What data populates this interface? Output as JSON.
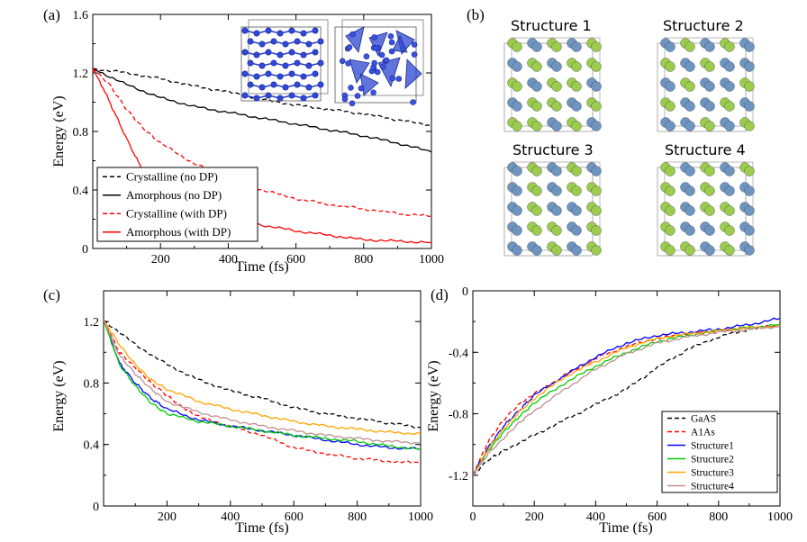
{
  "panels": {
    "a": {
      "label": "(a)"
    },
    "b": {
      "label": "(b)",
      "structures": [
        "Structure 1",
        "Structure 2",
        "Structure 3",
        "Structure 4"
      ]
    },
    "c": {
      "label": "(c)"
    },
    "d": {
      "label": "(d)"
    }
  },
  "chart_data": [
    {
      "id": "a",
      "type": "line",
      "xlabel": "Time (fs)",
      "ylabel": "Energy (eV)",
      "xlim": [
        0,
        1000
      ],
      "ylim": [
        0,
        1.6
      ],
      "xticks": [
        200,
        400,
        600,
        800,
        1000
      ],
      "yticks": [
        0,
        0.4,
        0.8,
        1.2,
        1.6
      ],
      "ytick_labels": [
        "0",
        "0.4",
        "0.8",
        "1.2",
        "1.6"
      ],
      "legend_position": "bottom-left",
      "inset": "two crystal structure renderings (crystalline and amorphous)",
      "series": [
        {
          "name": "Crystalline (no DP)",
          "color": "#000000",
          "dash": "dashed",
          "x": [
            0,
            100,
            200,
            300,
            400,
            500,
            600,
            700,
            800,
            900,
            1000
          ],
          "y": [
            1.23,
            1.2,
            1.16,
            1.11,
            1.07,
            1.02,
            0.98,
            0.95,
            0.92,
            0.88,
            0.84
          ]
        },
        {
          "name": "Amorphous (no DP)",
          "color": "#000000",
          "dash": "solid",
          "x": [
            0,
            100,
            200,
            300,
            400,
            500,
            600,
            700,
            800,
            900,
            1000
          ],
          "y": [
            1.23,
            1.12,
            1.03,
            0.97,
            0.93,
            0.89,
            0.85,
            0.81,
            0.77,
            0.72,
            0.66
          ]
        },
        {
          "name": "Crystalline (with DP)",
          "color": "#ff0000",
          "dash": "dashed",
          "x": [
            0,
            50,
            100,
            150,
            200,
            300,
            400,
            500,
            600,
            700,
            800,
            900,
            1000
          ],
          "y": [
            1.23,
            1.12,
            0.95,
            0.82,
            0.72,
            0.58,
            0.48,
            0.4,
            0.34,
            0.3,
            0.27,
            0.24,
            0.22
          ]
        },
        {
          "name": "Amorphous (with DP)",
          "color": "#ff0000",
          "dash": "solid",
          "x": [
            0,
            30,
            60,
            100,
            150,
            200,
            300,
            400,
            500,
            600,
            700,
            800,
            900,
            1000
          ],
          "y": [
            1.23,
            1.1,
            0.95,
            0.75,
            0.52,
            0.4,
            0.26,
            0.2,
            0.16,
            0.12,
            0.09,
            0.06,
            0.05,
            0.04
          ]
        }
      ]
    },
    {
      "id": "c",
      "type": "line",
      "xlabel": "Time (fs)",
      "ylabel": "Energy (eV)",
      "xlim": [
        0,
        1000
      ],
      "ylim": [
        0,
        1.4
      ],
      "xticks": [
        200,
        400,
        600,
        800,
        1000
      ],
      "yticks": [
        0,
        0.4,
        0.8,
        1.2
      ],
      "ytick_labels": [
        "0",
        "0.4",
        "0.8",
        "1.2"
      ],
      "series": [
        {
          "color": "#000000",
          "dash": "dashed",
          "x": [
            0,
            100,
            200,
            300,
            400,
            500,
            600,
            700,
            800,
            900,
            1000
          ],
          "y": [
            1.21,
            1.05,
            0.92,
            0.82,
            0.75,
            0.7,
            0.64,
            0.6,
            0.57,
            0.54,
            0.51
          ]
        },
        {
          "color": "#ff0000",
          "dash": "dashed",
          "x": [
            0,
            50,
            100,
            150,
            200,
            250,
            300,
            400,
            500,
            600,
            700,
            800,
            900,
            1000
          ],
          "y": [
            1.21,
            1.0,
            0.9,
            0.8,
            0.72,
            0.64,
            0.58,
            0.52,
            0.46,
            0.38,
            0.34,
            0.31,
            0.29,
            0.28
          ]
        },
        {
          "color": "#0000ff",
          "dash": "solid",
          "x": [
            0,
            50,
            100,
            150,
            200,
            300,
            400,
            500,
            600,
            700,
            800,
            900,
            1000
          ],
          "y": [
            1.21,
            0.93,
            0.8,
            0.7,
            0.63,
            0.56,
            0.52,
            0.49,
            0.46,
            0.43,
            0.4,
            0.38,
            0.37
          ]
        },
        {
          "color": "#00cc00",
          "dash": "solid",
          "x": [
            0,
            50,
            100,
            150,
            200,
            300,
            400,
            500,
            600,
            700,
            800,
            900,
            1000
          ],
          "y": [
            1.21,
            0.92,
            0.78,
            0.67,
            0.6,
            0.55,
            0.52,
            0.49,
            0.46,
            0.44,
            0.42,
            0.39,
            0.37
          ]
        },
        {
          "color": "#ffa500",
          "dash": "solid",
          "x": [
            0,
            50,
            100,
            150,
            200,
            300,
            400,
            500,
            600,
            700,
            800,
            900,
            1000
          ],
          "y": [
            1.21,
            1.05,
            0.92,
            0.82,
            0.76,
            0.68,
            0.63,
            0.59,
            0.55,
            0.52,
            0.5,
            0.48,
            0.47
          ]
        },
        {
          "color": "#c09090",
          "dash": "solid",
          "x": [
            0,
            50,
            100,
            150,
            200,
            300,
            400,
            500,
            600,
            700,
            800,
            900,
            1000
          ],
          "y": [
            1.21,
            0.98,
            0.86,
            0.76,
            0.68,
            0.61,
            0.56,
            0.52,
            0.49,
            0.46,
            0.44,
            0.42,
            0.41
          ]
        }
      ]
    },
    {
      "id": "d",
      "type": "line",
      "xlabel": "Time (fs)",
      "ylabel": "Energy (eV)",
      "xlim": [
        0,
        1000
      ],
      "ylim": [
        -1.4,
        0
      ],
      "xticks": [
        0,
        200,
        400,
        600,
        800,
        1000
      ],
      "yticks": [
        -1.2,
        -0.8,
        -0.4,
        0
      ],
      "ytick_labels": [
        "-1.2",
        "-0.8",
        "-0.4",
        "0"
      ],
      "legend_position": "bottom-right",
      "series": [
        {
          "name": "GaAS",
          "color": "#000000",
          "dash": "dashed",
          "x": [
            0,
            50,
            100,
            200,
            300,
            400,
            500,
            600,
            700,
            800,
            900,
            1000
          ],
          "y": [
            -1.2,
            -1.1,
            -1.04,
            -0.94,
            -0.84,
            -0.74,
            -0.64,
            -0.5,
            -0.38,
            -0.3,
            -0.25,
            -0.23
          ]
        },
        {
          "name": "A1As",
          "color": "#ff0000",
          "dash": "dashed",
          "x": [
            0,
            50,
            100,
            150,
            200,
            300,
            400,
            500,
            600,
            700,
            800,
            900,
            1000
          ],
          "y": [
            -1.2,
            -0.98,
            -0.84,
            -0.74,
            -0.67,
            -0.55,
            -0.44,
            -0.36,
            -0.31,
            -0.28,
            -0.26,
            -0.24,
            -0.23
          ]
        },
        {
          "name": "Structure1",
          "color": "#0000ff",
          "dash": "solid",
          "x": [
            0,
            50,
            100,
            150,
            200,
            300,
            400,
            500,
            600,
            700,
            800,
            900,
            1000
          ],
          "y": [
            -1.2,
            -1.02,
            -0.88,
            -0.78,
            -0.68,
            -0.55,
            -0.43,
            -0.34,
            -0.29,
            -0.27,
            -0.25,
            -0.22,
            -0.18
          ]
        },
        {
          "name": "Structure2",
          "color": "#00cc00",
          "dash": "solid",
          "x": [
            0,
            50,
            100,
            150,
            200,
            300,
            400,
            500,
            600,
            700,
            800,
            900,
            1000
          ],
          "y": [
            -1.2,
            -1.04,
            -0.92,
            -0.82,
            -0.73,
            -0.6,
            -0.49,
            -0.4,
            -0.33,
            -0.29,
            -0.26,
            -0.24,
            -0.22
          ]
        },
        {
          "name": "Structure3",
          "color": "#ffa500",
          "dash": "solid",
          "x": [
            0,
            50,
            100,
            150,
            200,
            300,
            400,
            500,
            600,
            700,
            800,
            900,
            1000
          ],
          "y": [
            -1.2,
            -1.03,
            -0.9,
            -0.79,
            -0.7,
            -0.56,
            -0.46,
            -0.37,
            -0.31,
            -0.28,
            -0.26,
            -0.24,
            -0.23
          ]
        },
        {
          "name": "Structure4",
          "color": "#c09090",
          "dash": "solid",
          "x": [
            0,
            50,
            100,
            150,
            200,
            300,
            400,
            500,
            600,
            700,
            800,
            900,
            1000
          ],
          "y": [
            -1.2,
            -1.06,
            -0.96,
            -0.86,
            -0.78,
            -0.64,
            -0.51,
            -0.41,
            -0.34,
            -0.3,
            -0.27,
            -0.25,
            -0.23
          ]
        }
      ]
    }
  ]
}
